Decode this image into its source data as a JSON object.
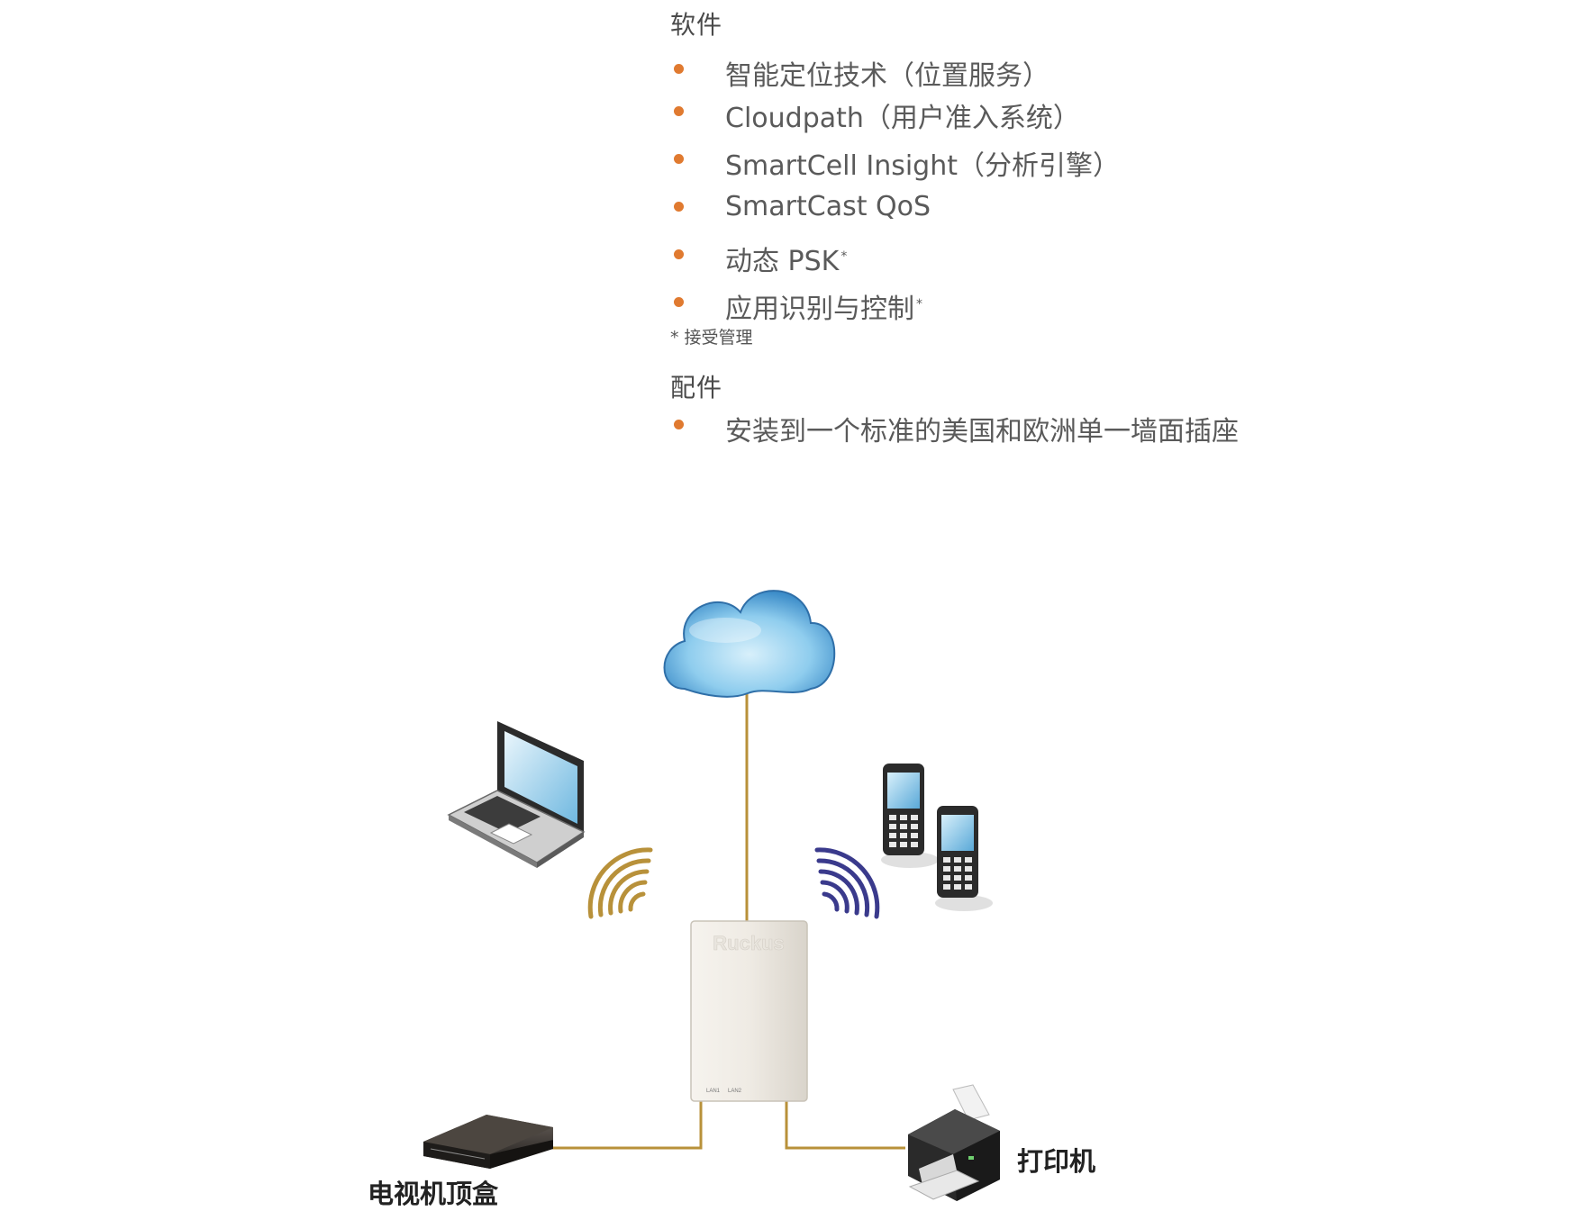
{
  "software": {
    "title": "软件",
    "items": [
      {
        "text": "智能定位技术（位置服务）",
        "star": ""
      },
      {
        "text": "Cloudpath（用户准入系统）",
        "star": ""
      },
      {
        "text": "SmartCell Insight（分析引擎）",
        "star": ""
      },
      {
        "text": "SmartCast QoS",
        "star": ""
      },
      {
        "text": "动态 PSK",
        "star": "*"
      },
      {
        "text": "应用识别与控制",
        "star": "*"
      }
    ],
    "footnote": "* 接受管理"
  },
  "accessories": {
    "title": "配件",
    "items": [
      {
        "text": "安装到一个标准的美国和欧洲单一墙面插座"
      }
    ]
  },
  "diagram": {
    "ap_brand": "Ruckus",
    "ap_port_labels": [
      "LAN1",
      "LAN2"
    ],
    "labels": {
      "stb": "电视机顶盒",
      "printer": "打印机"
    },
    "colors": {
      "bullet": "#e07a30",
      "cable": "#b8913a",
      "wifi_left": "#b8913a",
      "wifi_right": "#3a3a8c",
      "cloud": "#7cc0e8"
    },
    "icons": [
      "cloud-icon",
      "laptop-icon",
      "phone-icon",
      "access-point-icon",
      "set-top-box-icon",
      "printer-icon",
      "wifi-signal-icon"
    ]
  }
}
